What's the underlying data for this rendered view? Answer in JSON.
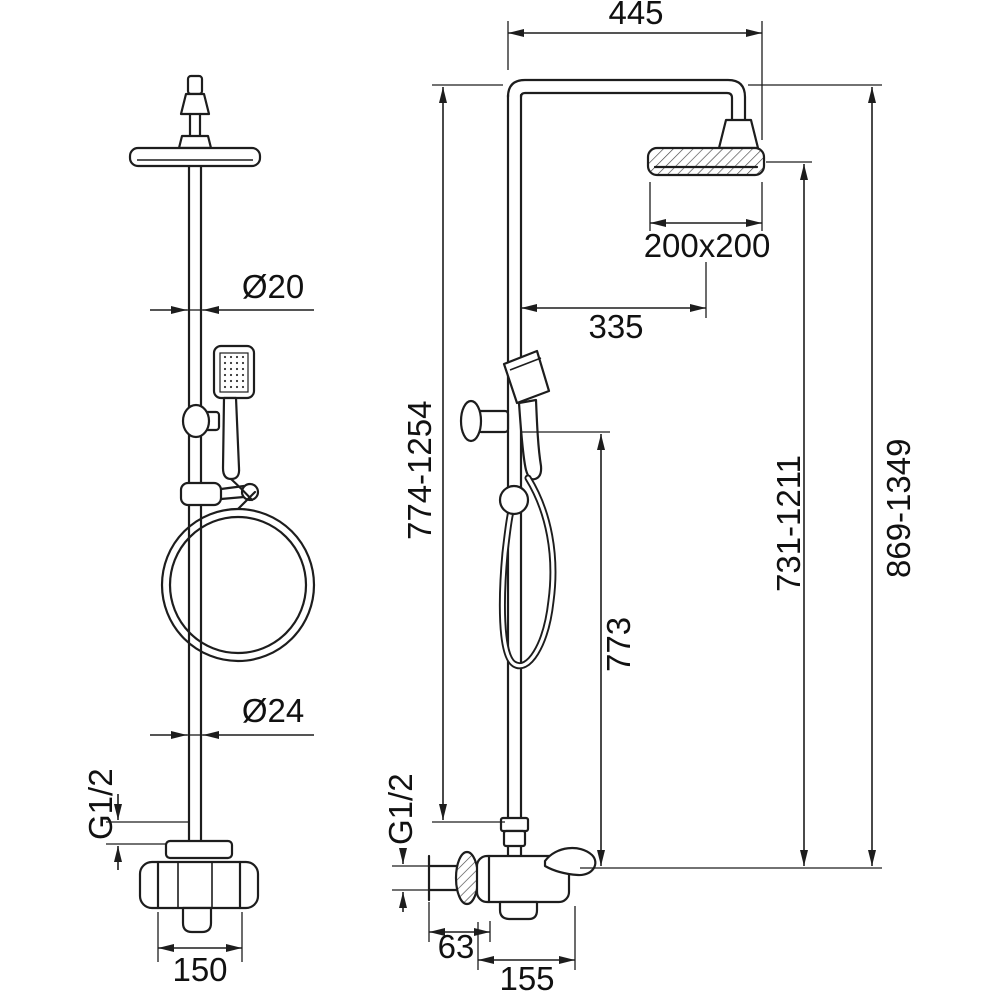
{
  "drawing": {
    "front": {
      "upper_pipe_diameter": "Ø20",
      "lower_pipe_diameter": "Ø24",
      "inlet_thread": "G1/2",
      "mixer_width": "150"
    },
    "side": {
      "arm_reach": "445",
      "head_size": "200x200",
      "head_center_offset": "335",
      "riser_height_range": "774-1254",
      "holder_height": "773",
      "head_height_range": "731-1211",
      "total_height_range": "869-1349",
      "inlet_thread": "G1/2",
      "wall_to_spout": "63",
      "mixer_width": "155"
    },
    "colors": {
      "line": "#1d1d1d",
      "background": "#ffffff"
    }
  }
}
